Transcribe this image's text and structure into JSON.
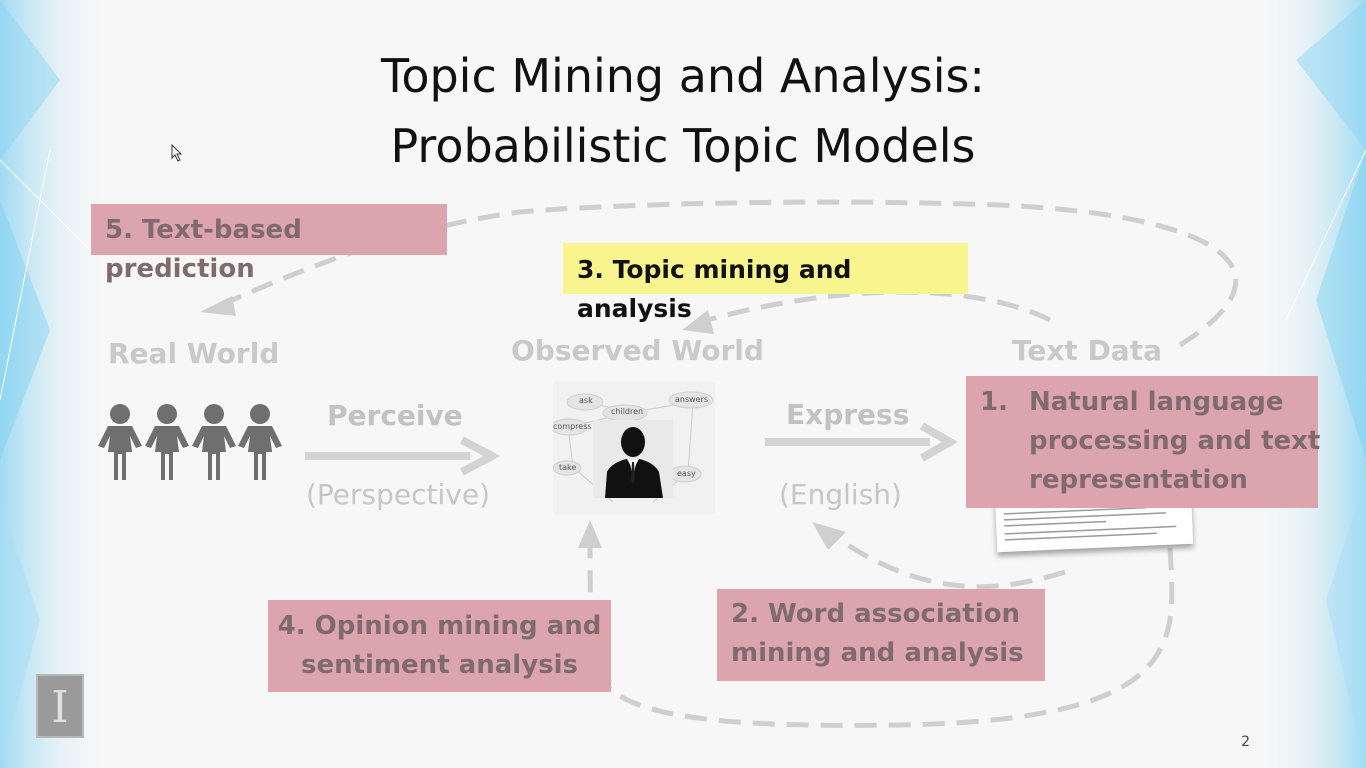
{
  "slide": {
    "title_line1": "Topic Mining and Analysis:",
    "title_line2": "Probabilistic Topic Models",
    "page_number": "2"
  },
  "columns": {
    "real_world": "Real World",
    "observed_world": "Observed World",
    "text_data": "Text Data"
  },
  "arrows": {
    "perceive": "Perceive",
    "perspective": "(Perspective)",
    "express": "Express",
    "language": "(English)"
  },
  "tasks": {
    "t1_number": "1.",
    "t1_line1": "Natural language",
    "t1_line2": "processing and text",
    "t1_line3": "representation",
    "t2_line1": "2. Word association",
    "t2_line2": "mining and analysis",
    "t3": "3. Topic mining and analysis",
    "t4_line1": "4. Opinion mining and",
    "t4_line2": "sentiment analysis",
    "t5": "5. Text-based prediction"
  },
  "word_cloud": [
    "ask",
    "children",
    "answers",
    "compress",
    "take",
    "easy"
  ],
  "logo_letter": "I",
  "colors": {
    "task_box": "#dca4ad",
    "highlight_box": "#f8f58e",
    "dashed_arrow": "#cfcfcf"
  }
}
